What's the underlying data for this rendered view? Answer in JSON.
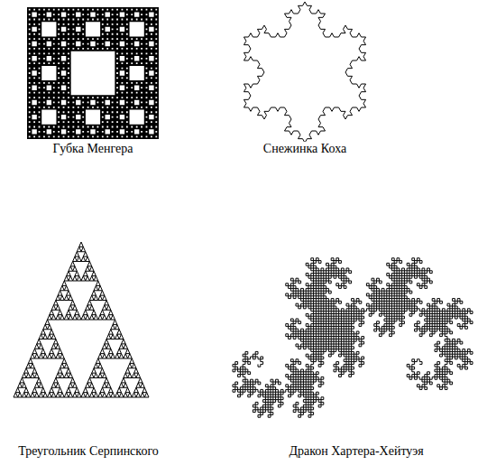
{
  "diagram": {
    "labels": [
      "Губка Менгера",
      "Снежинка Коха",
      "Треугольник Серпинского",
      "Дракон Хартера-Хейтуэя"
    ]
  }
}
